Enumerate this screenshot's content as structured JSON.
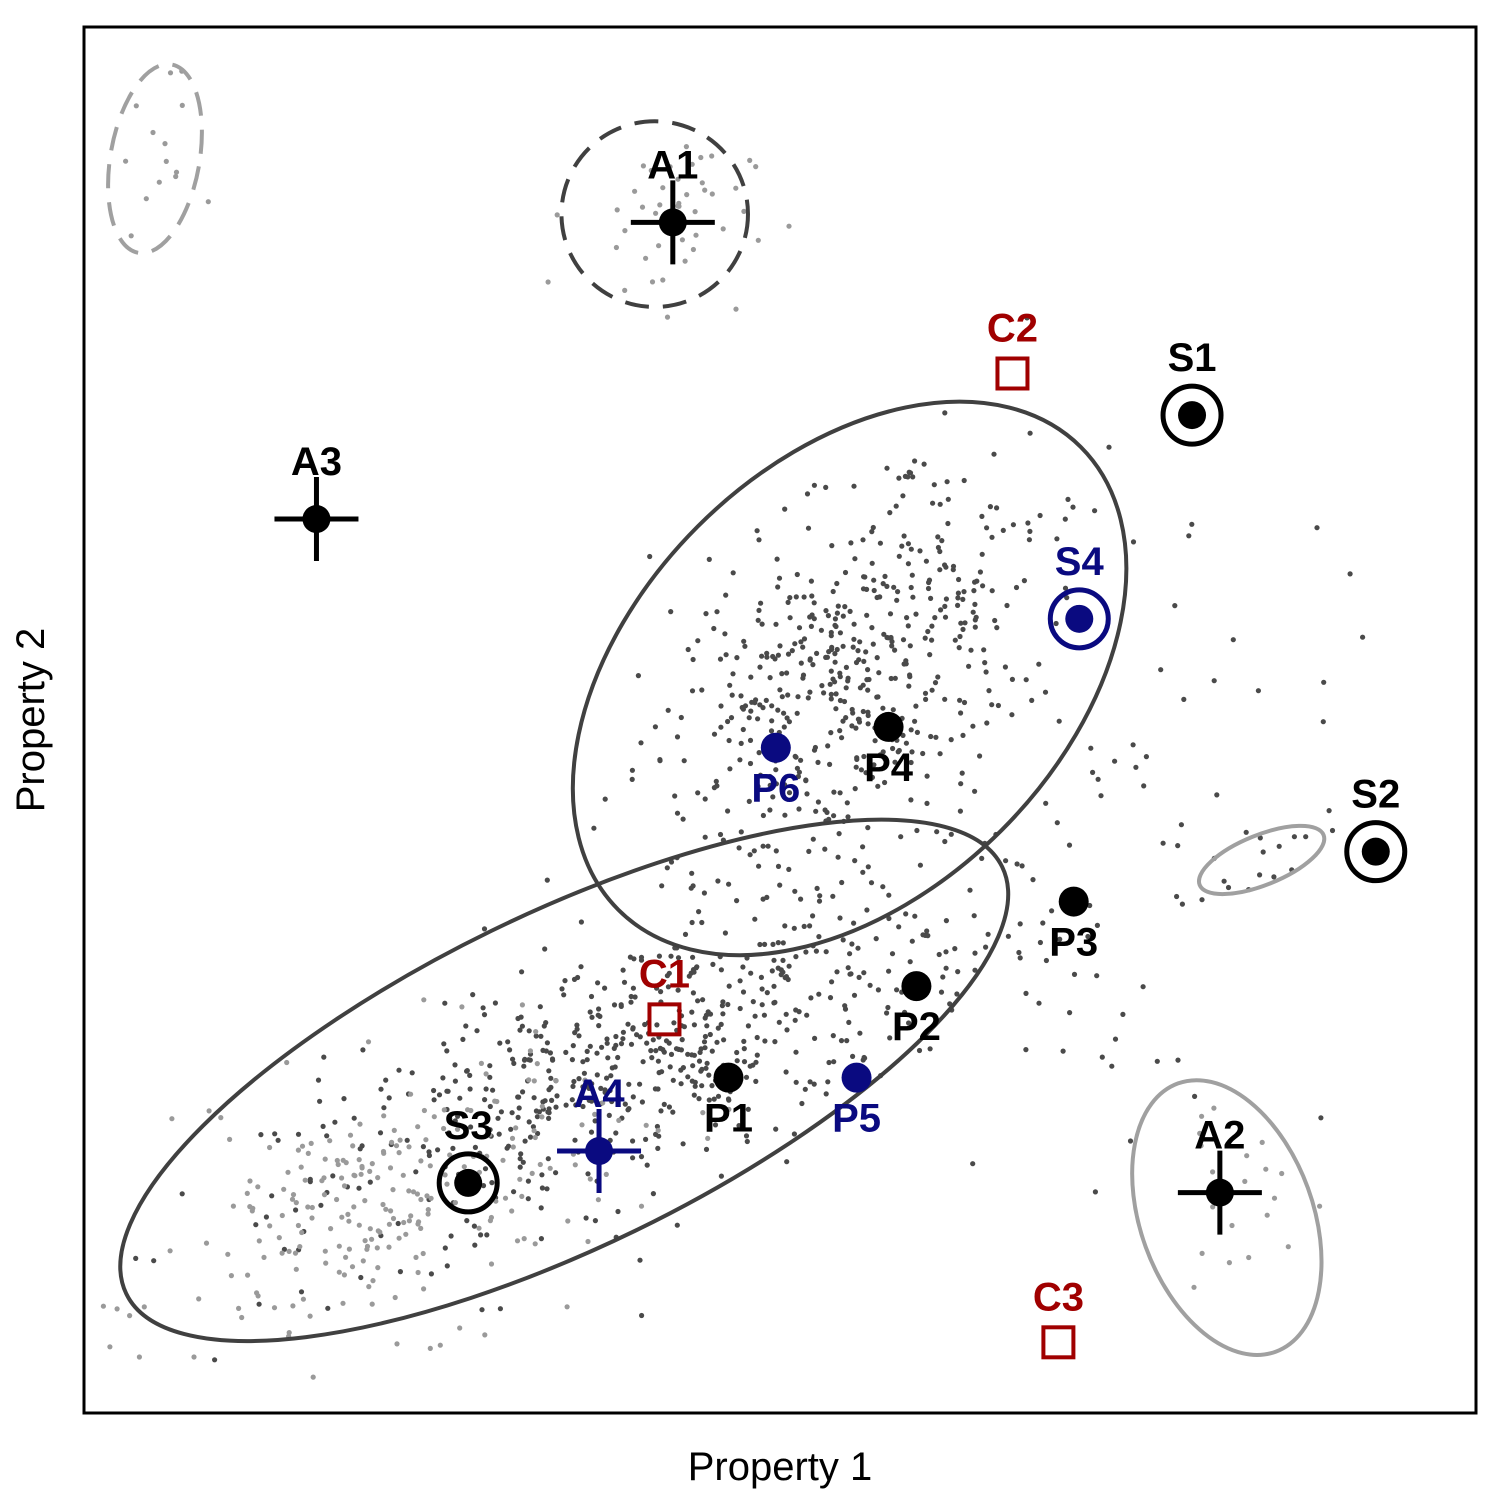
{
  "chart_data": {
    "type": "scatter",
    "title": "",
    "xlabel": "Property 1",
    "ylabel": "Property 2",
    "xlim": [
      0,
      100
    ],
    "ylim": [
      0,
      100
    ],
    "grid": false,
    "legend": "none",
    "colors": {
      "black": "#000000",
      "blue": "#0a0a80",
      "red": "#a00000",
      "dark_gray": "#404040",
      "light_gray": "#a0a0a0",
      "dot_dark": "#4a4a4a",
      "dot_light": "#9a9a9a"
    },
    "points": [
      {
        "label": "A1",
        "marker": "cross",
        "color": "black",
        "x": 42.3,
        "y": 85.9
      },
      {
        "label": "A2",
        "marker": "cross",
        "color": "black",
        "x": 81.6,
        "y": 15.9
      },
      {
        "label": "A3",
        "marker": "cross",
        "color": "black",
        "x": 16.7,
        "y": 64.5
      },
      {
        "label": "A4",
        "marker": "cross",
        "color": "blue",
        "x": 37.0,
        "y": 18.9
      },
      {
        "label": "S1",
        "marker": "ring",
        "color": "black",
        "x": 79.6,
        "y": 72.0
      },
      {
        "label": "S2",
        "marker": "ring",
        "color": "black",
        "x": 92.8,
        "y": 40.5
      },
      {
        "label": "S3",
        "marker": "ring",
        "color": "black",
        "x": 27.6,
        "y": 16.6
      },
      {
        "label": "S4",
        "marker": "ring",
        "color": "blue",
        "x": 71.5,
        "y": 57.3
      },
      {
        "label": "P1",
        "marker": "dot",
        "color": "black",
        "x": 46.3,
        "y": 24.2
      },
      {
        "label": "P2",
        "marker": "dot",
        "color": "black",
        "x": 59.8,
        "y": 30.8
      },
      {
        "label": "P3",
        "marker": "dot",
        "color": "black",
        "x": 71.1,
        "y": 36.9
      },
      {
        "label": "P4",
        "marker": "dot",
        "color": "black",
        "x": 57.8,
        "y": 49.5
      },
      {
        "label": "P5",
        "marker": "dot",
        "color": "blue",
        "x": 55.5,
        "y": 24.2
      },
      {
        "label": "P6",
        "marker": "dot",
        "color": "blue",
        "x": 49.7,
        "y": 48.0
      },
      {
        "label": "C1",
        "marker": "square",
        "color": "red",
        "x": 41.7,
        "y": 28.4
      },
      {
        "label": "C2",
        "marker": "square",
        "color": "red",
        "x": 66.7,
        "y": 75.0
      },
      {
        "label": "C3",
        "marker": "square",
        "color": "red",
        "x": 70.0,
        "y": 5.1
      }
    ],
    "ellipses": [
      {
        "cx": 34.5,
        "cy": 24.0,
        "rx": 35.0,
        "ry": 12.0,
        "angle_deg": 26,
        "stroke": "dark_gray",
        "dashed": false
      },
      {
        "cx": 55.0,
        "cy": 53.0,
        "rx": 23.5,
        "ry": 15.5,
        "angle_deg": 45,
        "stroke": "dark_gray",
        "dashed": false
      },
      {
        "cx": 41.0,
        "cy": 86.5,
        "rx": 6.7,
        "ry": 6.7,
        "angle_deg": 0,
        "stroke": "dark_gray",
        "dashed": true
      },
      {
        "cx": 5.1,
        "cy": 90.5,
        "rx": 3.2,
        "ry": 6.9,
        "angle_deg": -10,
        "stroke": "light_gray",
        "dashed": true
      },
      {
        "cx": 84.6,
        "cy": 39.9,
        "rx": 4.8,
        "ry": 1.8,
        "angle_deg": 22,
        "stroke": "light_gray",
        "dashed": false
      },
      {
        "cx": 82.1,
        "cy": 14.1,
        "rx": 6.2,
        "ry": 10.3,
        "angle_deg": 20,
        "stroke": "light_gray",
        "dashed": false
      }
    ],
    "clouds": [
      {
        "count": 520,
        "cx": 55.0,
        "cy": 53.0,
        "sx": 9.0,
        "sy": 5.0,
        "angle_deg": 45,
        "color": "dot_dark"
      },
      {
        "count": 620,
        "cx": 40.0,
        "cy": 25.5,
        "sx": 13.0,
        "sy": 4.2,
        "angle_deg": 24,
        "color": "dot_dark"
      },
      {
        "count": 240,
        "cx": 22.0,
        "cy": 15.0,
        "sx": 8.5,
        "sy": 4.5,
        "angle_deg": 20,
        "color": "dot_light"
      },
      {
        "count": 90,
        "cx": 72.0,
        "cy": 45.0,
        "sx": 9.0,
        "sy": 13.0,
        "angle_deg": 0,
        "color": "dot_dark"
      },
      {
        "count": 45,
        "cx": 41.5,
        "cy": 86.5,
        "sx": 3.2,
        "sy": 3.2,
        "angle_deg": 0,
        "color": "dot_light"
      },
      {
        "count": 14,
        "cx": 5.3,
        "cy": 90.5,
        "sx": 1.3,
        "sy": 3.0,
        "angle_deg": 0,
        "color": "dot_light"
      },
      {
        "count": 22,
        "cx": 82.5,
        "cy": 14.5,
        "sx": 2.3,
        "sy": 4.2,
        "angle_deg": 20,
        "color": "dot_light"
      },
      {
        "count": 12,
        "cx": 85.0,
        "cy": 39.5,
        "sx": 2.8,
        "sy": 1.0,
        "angle_deg": 22,
        "color": "dot_dark"
      }
    ]
  }
}
